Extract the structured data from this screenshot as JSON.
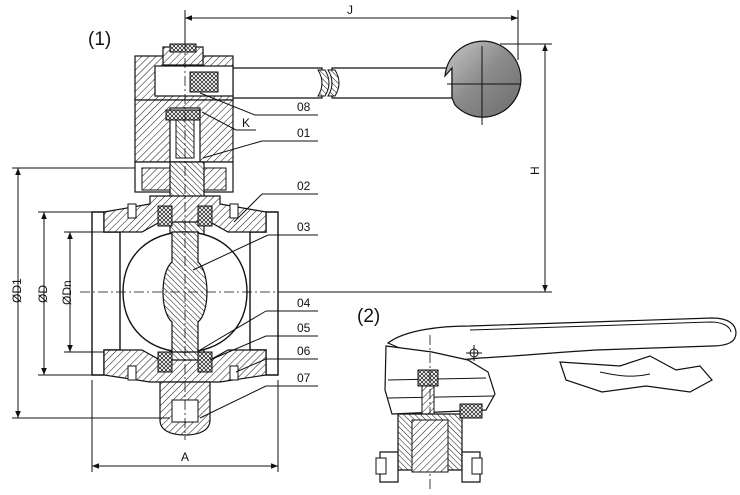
{
  "views": {
    "view1_label": "(1)",
    "view2_label": "(2)"
  },
  "dimensions": {
    "J": "J",
    "H": "H",
    "A": "A",
    "D1": "ØD1",
    "D": "ØD",
    "Dn": "ØDn",
    "K": "K"
  },
  "callouts": [
    "08",
    "01",
    "02",
    "03",
    "04",
    "05",
    "06",
    "07"
  ]
}
